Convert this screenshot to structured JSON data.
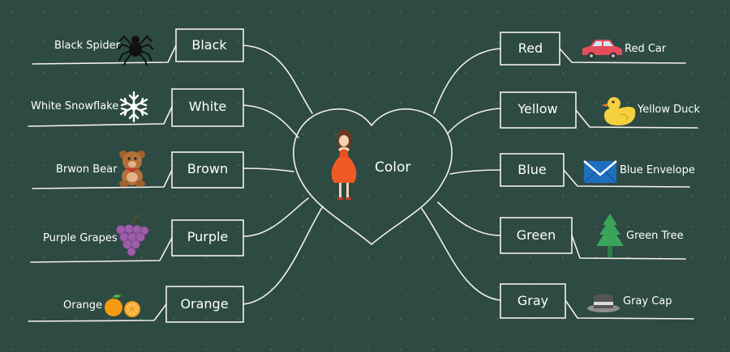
{
  "colors": {
    "background": "#2d4a43",
    "line": "#f4f1e8",
    "text": "#ffffff"
  },
  "center": {
    "label": "Color",
    "icon": "girl-in-orange-dress-icon"
  },
  "left_branches": [
    {
      "label": "Black",
      "item": "Black Spider",
      "icon": "spider-icon"
    },
    {
      "label": "White",
      "item": "White Snowflake",
      "icon": "snowflake-icon"
    },
    {
      "label": "Brown",
      "item": "Brwon Bear",
      "icon": "teddy-bear-icon"
    },
    {
      "label": "Purple",
      "item": "Purple Grapes",
      "icon": "grapes-icon"
    },
    {
      "label": "Orange",
      "item": "Orange",
      "icon": "orange-fruit-icon"
    }
  ],
  "right_branches": [
    {
      "label": "Red",
      "item": "Red Car",
      "icon": "car-icon"
    },
    {
      "label": "Yellow",
      "item": "Yellow Duck",
      "icon": "duck-icon"
    },
    {
      "label": "Blue",
      "item": "Blue Envelope",
      "icon": "envelope-icon"
    },
    {
      "label": "Green",
      "item": "Green Tree",
      "icon": "tree-icon"
    },
    {
      "label": "Gray",
      "item": "Gray Cap",
      "icon": "cap-icon"
    }
  ]
}
